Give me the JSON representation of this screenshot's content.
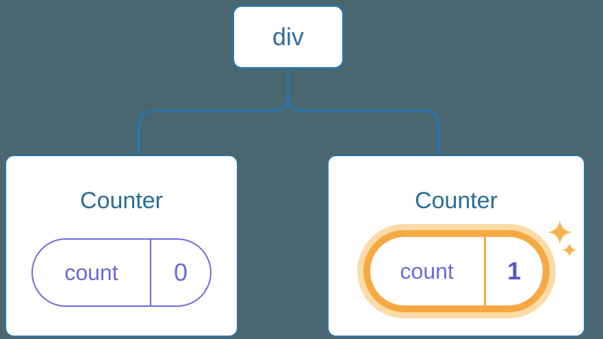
{
  "tree": {
    "root": {
      "label": "div"
    },
    "children": [
      {
        "title": "Counter",
        "state": {
          "key": "count",
          "value": "0"
        },
        "highlighted": false
      },
      {
        "title": "Counter",
        "state": {
          "key": "count",
          "value": "1"
        },
        "highlighted": true
      }
    ]
  },
  "icons": {
    "sparkle": "sparkle-icon"
  },
  "colors": {
    "background": "#4A6770",
    "connector_blue": "#2D73A4",
    "root_label_blue": "#2C6F9E",
    "title_blue": "#2A6D97",
    "state_purple": "#6E68DD",
    "state_value_bold_purple": "#5A54CC",
    "highlight_orange": "#F6A943",
    "highlight_glow_orange": "#FBDCA8",
    "sparkle_orange": "#F6B250",
    "card_background": "#FFFFFF"
  }
}
